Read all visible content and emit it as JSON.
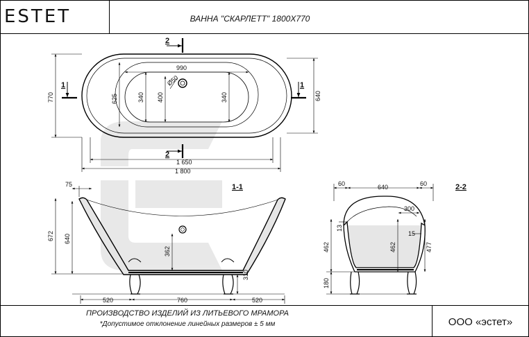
{
  "header": {
    "brand": "ESTET",
    "title": "ВАННА \"СКАРЛЕТТ\" 1800X770"
  },
  "footer": {
    "line1": "ПРОИЗВОДСТВО ИЗДЕЛИЙ ИЗ ЛИТЬЕВОГО МРАМОРА",
    "line2": "*Допустимое отклонение линейных размеров ± 5 мм",
    "company": "ООО «эстет»"
  },
  "plan": {
    "section_2_top": "2",
    "section_2_bottom": "2",
    "section_1_left": "1",
    "section_1_right": "1",
    "dims": {
      "inner_length": "990",
      "drain": "Ø50",
      "height_770": "770",
      "height_625": "625",
      "inner_340_left": "340",
      "inner_400": "400",
      "inner_340_right": "340",
      "height_640": "640",
      "length_1650": "1 650",
      "length_1800": "1 800"
    }
  },
  "section11": {
    "label": "1-1",
    "dims": {
      "d75": "75",
      "d672": "672",
      "d640": "640",
      "d362": "362",
      "d310": "310",
      "d520_left": "520",
      "d760": "760",
      "d520_right": "520"
    }
  },
  "section22": {
    "label": "2-2",
    "dims": {
      "d60_left": "60",
      "d640": "640",
      "d60_right": "60",
      "d300": "300",
      "d13": "13",
      "d15": "15",
      "d462_left": "462",
      "d462_mid": "462",
      "d477": "477",
      "d180": "180"
    }
  }
}
